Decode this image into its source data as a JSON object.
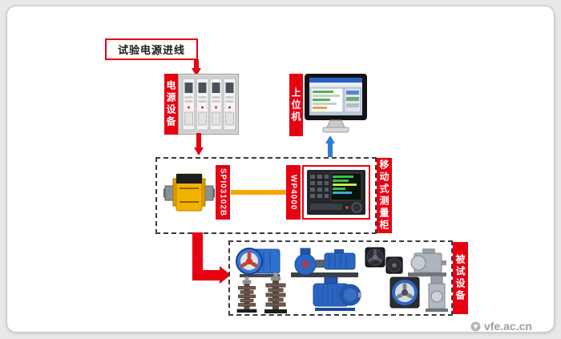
{
  "diagram": {
    "power_inlet": "试验电源进线",
    "power_equipment": "电源设备",
    "host_computer": "上位机",
    "sensor": "SPI03102B",
    "analyzer": "WP4000",
    "mobile_cabinet": "移动式测量柜",
    "device_under_test": "被试设备"
  },
  "watermark": "vfe.ac.cn",
  "colors": {
    "red": "#e60012",
    "orange": "#f7a600",
    "blue": "#2e7bd6"
  },
  "icons": [
    "power-cabinet-image",
    "host-monitor-image",
    "torque-transducer-image",
    "wp4000-analyzer-image",
    "axial-fan-icon",
    "centrifugal-pump-icon",
    "cooling-fan-icon",
    "gear-motor-icon",
    "bushing-transformer-icon",
    "induction-motor-icon",
    "ring-fan-icon",
    "gear-reducer-icon"
  ]
}
